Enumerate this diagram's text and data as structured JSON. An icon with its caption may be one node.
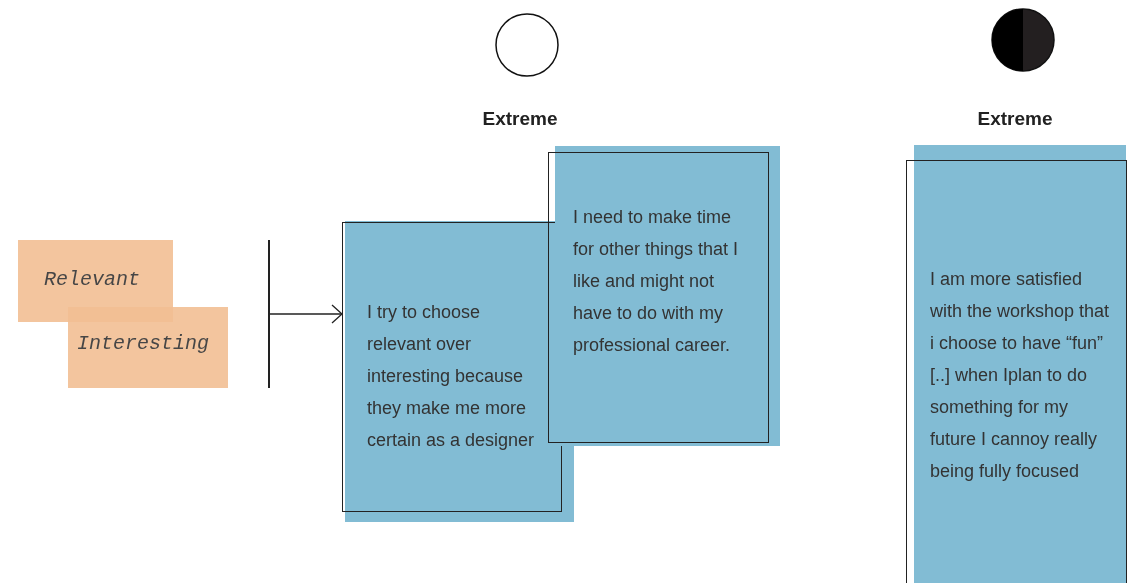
{
  "diagram": {
    "nodes": [
      {
        "text": [
          "Relevant"
        ]
      },
      {
        "text": [
          "Interesting"
        ]
      },
      {
        "text": [],
        "shape": "bar"
      },
      {
        "text": [
          "I try to choose relevant over interesting because they make me more certain as a designer"
        ]
      },
      {
        "text": [
          "I need to make time for other things that I like and might not have to do with my professional career."
        ]
      },
      {
        "text": [
          "I am more satisfied with the workshop that i choose to have “fun” [..] when Iplan to do something for my future I cannoy really being fully focused"
        ]
      }
    ],
    "edges": [
      {
        "from": 2,
        "to": 3,
        "arrow": "to"
      }
    ],
    "labels": [
      "Extreme",
      "Extreme"
    ]
  }
}
